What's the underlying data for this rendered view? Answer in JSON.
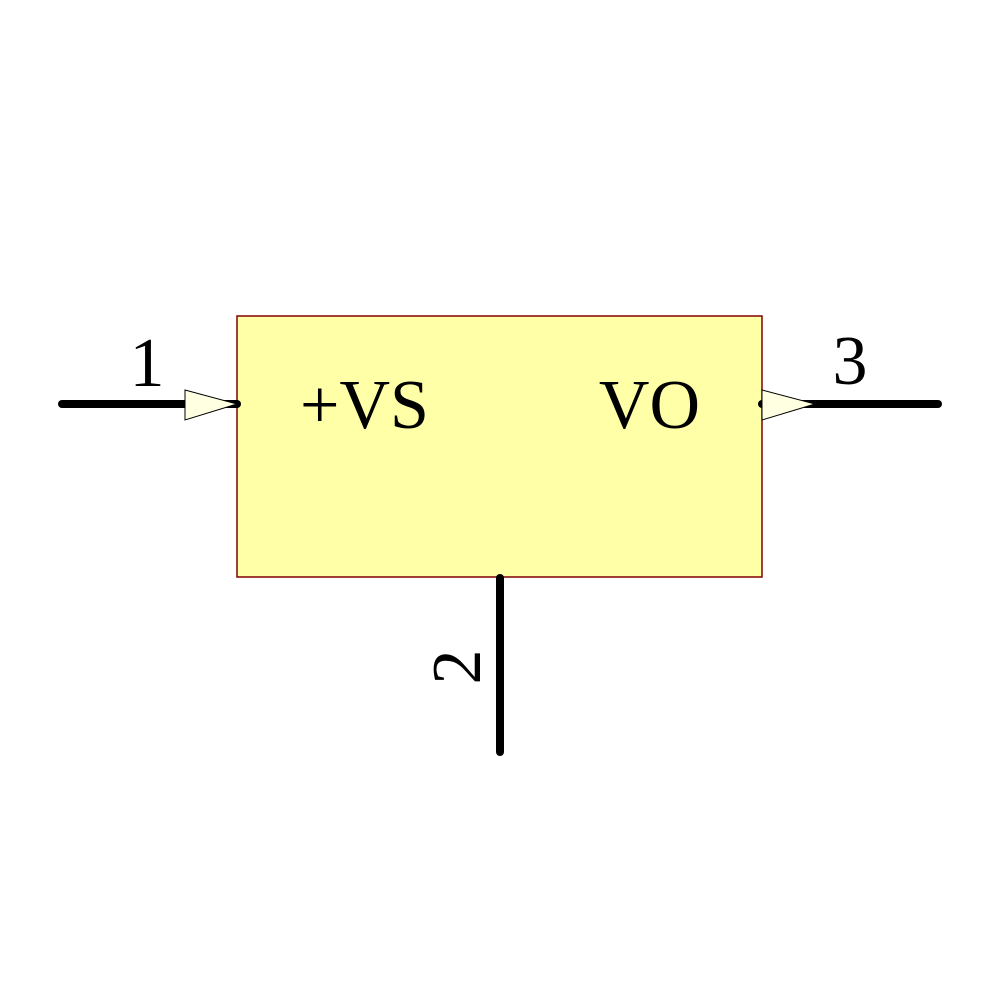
{
  "diagram": {
    "type": "schematic-symbol",
    "component": {
      "body_fill": "#FFFFA8",
      "body_stroke": "#800000",
      "pin_names": {
        "left": "+VS",
        "right": "VO"
      }
    },
    "pins": [
      {
        "number": "1",
        "name": "+VS",
        "side": "left",
        "direction": "input"
      },
      {
        "number": "2",
        "name": "",
        "side": "bottom",
        "direction": "passive"
      },
      {
        "number": "3",
        "name": "VO",
        "side": "right",
        "direction": "output"
      }
    ],
    "colors": {
      "wire": "#000000",
      "arrow_fill": "#FFFFE1",
      "background": "#FFFFFF"
    }
  }
}
